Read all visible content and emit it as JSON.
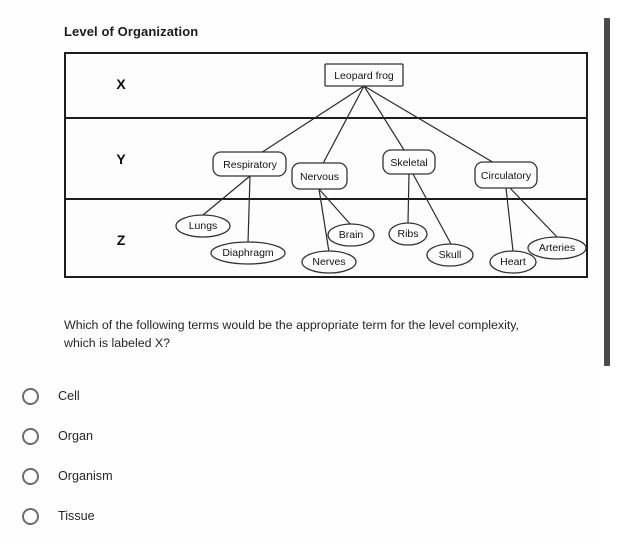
{
  "diagram": {
    "title": "Level of Organization",
    "levels": [
      {
        "letter": "X"
      },
      {
        "letter": "Y"
      },
      {
        "letter": "Z"
      }
    ],
    "nodes": {
      "root": "Leopard frog",
      "systems": [
        "Respiratory",
        "Nervous",
        "Skeletal",
        "Circulatory"
      ],
      "organs": [
        "Lungs",
        "Diaphragm",
        "Brain",
        "Nerves",
        "Ribs",
        "Skull",
        "Heart",
        "Arteries"
      ]
    },
    "edges": [
      [
        "Leopard frog",
        "Respiratory"
      ],
      [
        "Leopard frog",
        "Nervous"
      ],
      [
        "Leopard frog",
        "Skeletal"
      ],
      [
        "Leopard frog",
        "Circulatory"
      ],
      [
        "Respiratory",
        "Lungs"
      ],
      [
        "Respiratory",
        "Diaphragm"
      ],
      [
        "Nervous",
        "Brain"
      ],
      [
        "Nervous",
        "Nerves"
      ],
      [
        "Skeletal",
        "Ribs"
      ],
      [
        "Skeletal",
        "Skull"
      ],
      [
        "Circulatory",
        "Heart"
      ],
      [
        "Circulatory",
        "Arteries"
      ]
    ]
  },
  "question": {
    "prompt": "Which of the following terms would be the appropriate term for the level complexity, which is labeled X?",
    "choices": [
      {
        "label": "Cell",
        "selected": false
      },
      {
        "label": "Organ",
        "selected": false
      },
      {
        "label": "Organism",
        "selected": false
      },
      {
        "label": "Tissue",
        "selected": false
      }
    ]
  },
  "colors": {
    "page_background": "#ffffff",
    "frame_stroke": "#1d1d1d",
    "node_stroke": "#333333",
    "text": "#262626",
    "scrollbar_thumb": "#4a4a4a",
    "radio_border": "#6d6d6d"
  }
}
